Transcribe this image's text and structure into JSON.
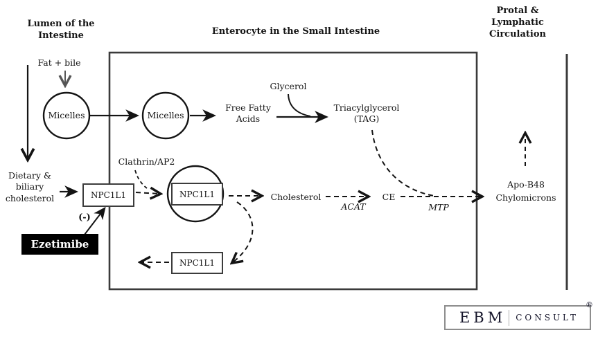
{
  "headers": {
    "lumen": "Lumen of the\nIntestine",
    "enterocyte": "Enterocyte in the Small Intestine",
    "circulation": "Protal &\nLymphatic\nCirculation"
  },
  "lumen": {
    "fat_bile": "Fat + bile",
    "micelles": "Micelles",
    "dietary_cholesterol": "Dietary &\nbiliary\ncholesterol",
    "inhibition": "(-)",
    "drug": "Ezetimibe"
  },
  "enterocyte": {
    "micelles": "Micelles",
    "free_fatty_acids": "Free Fatty\nAcids",
    "glycerol": "Glycerol",
    "triacylglycerol": "Triacylglycerol\n(TAG)",
    "clathrin": "Clathrin/AP2",
    "transporter_membrane": "NPC1L1",
    "transporter_internalized": "NPC1L1",
    "transporter_recycled": "NPC1L1",
    "cholesterol": "Cholesterol",
    "acat": "ACAT",
    "cholesteryl_ester": "CE",
    "mtp": "MTP"
  },
  "circulation": {
    "apo_b48": "Apo-B48\nChylomicrons"
  },
  "logo": {
    "ebm": "EBM",
    "consult": "CONSULT",
    "registered": "®"
  },
  "colors": {
    "ink": "#141414",
    "membrane": "#3b3b3b",
    "drug_bg": "#000000",
    "logo_text": "#15152a"
  }
}
